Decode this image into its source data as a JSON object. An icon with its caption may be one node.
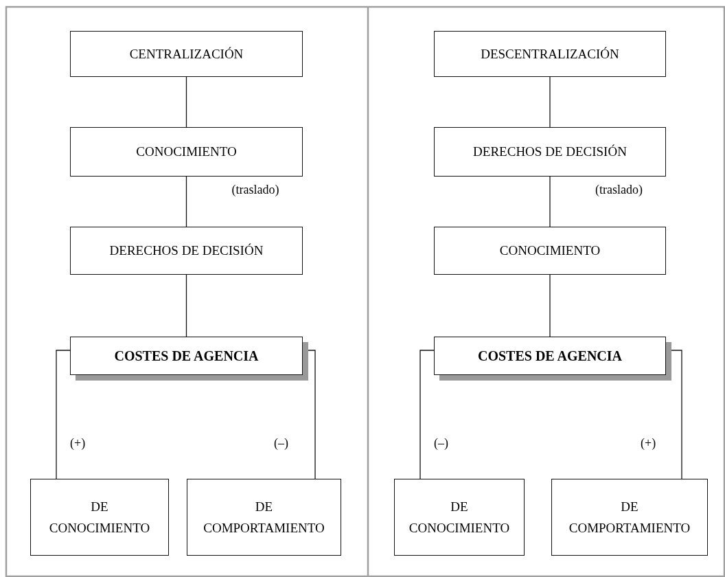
{
  "diagram": {
    "nodes": [
      {
        "text": [
          "CENTRALIZACIÓN"
        ]
      },
      {
        "text": [
          "CONOCIMIENTO"
        ]
      },
      {
        "text": [
          "DERECHOS DE DECISIÓN"
        ]
      },
      {
        "text": [
          "COSTES DE AGENCIA"
        ]
      },
      {
        "text": [
          "DE CONOCIMIENTO"
        ]
      },
      {
        "text": [
          "DE COMPORTAMIENTO"
        ]
      },
      {
        "text": [
          "DESCENTRALIZACIÓN"
        ]
      },
      {
        "text": [
          "DERECHOS DE DECISIÓN"
        ]
      },
      {
        "text": [
          "CONOCIMIENTO"
        ]
      },
      {
        "text": [
          "COSTES DE AGENCIA"
        ]
      },
      {
        "text": [
          "DE CONOCIMIENTO"
        ]
      },
      {
        "text": [
          "DE COMPORTAMIENTO"
        ]
      }
    ],
    "edges": [
      {
        "from": 0,
        "to": 1,
        "arrow": "none"
      },
      {
        "from": 1,
        "to": 2,
        "arrow": "none",
        "label": "(traslado)"
      },
      {
        "from": 2,
        "to": 3,
        "arrow": "none"
      },
      {
        "from": 3,
        "to": 4,
        "arrow": "none",
        "label": "(+)"
      },
      {
        "from": 3,
        "to": 5,
        "arrow": "none",
        "label": "(–)"
      },
      {
        "from": 6,
        "to": 7,
        "arrow": "none"
      },
      {
        "from": 7,
        "to": 8,
        "arrow": "none",
        "label": "(traslado)"
      },
      {
        "from": 8,
        "to": 9,
        "arrow": "none"
      },
      {
        "from": 9,
        "to": 10,
        "arrow": "none",
        "label": "(–)"
      },
      {
        "from": 9,
        "to": 11,
        "arrow": "none",
        "label": "(+)"
      }
    ]
  }
}
